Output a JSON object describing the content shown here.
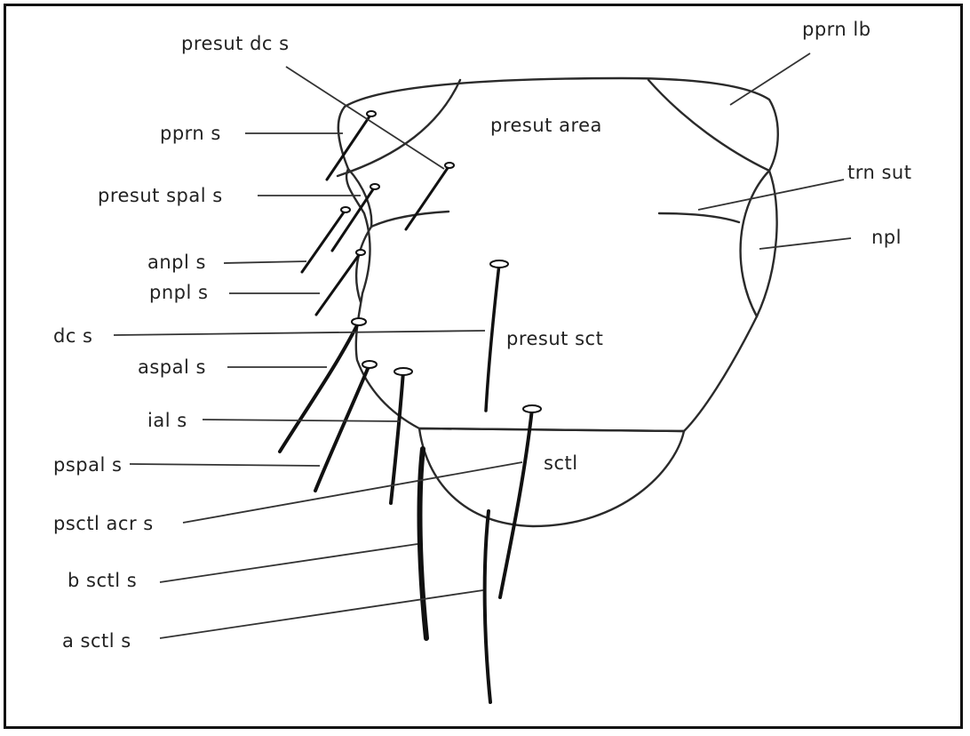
{
  "labels": {
    "presut_dc_s": "presut dc s",
    "pprn_lb": "pprn lb",
    "pprn_s": "pprn s",
    "presut_area": "presut area",
    "presut_spal_s": "presut spal s",
    "trn_sut": "trn sut",
    "anpl_s": "anpl s",
    "npl": "npl",
    "pnpl_s": "pnpl s",
    "dc_s": "dc s",
    "presut_sct": "presut sct",
    "aspal_s": "aspal s",
    "ial_s": "ial s",
    "pspal_s": "pspal s",
    "sctl": "sctl",
    "psctl_acr_s": "psctl acr s",
    "b_sctl_s": "b sctl s",
    "a_sctl_s": "a sctl s"
  },
  "colors": {
    "line": "#2a2a2a",
    "bristle": "#111111",
    "background": "#ffffff",
    "frame": "#111111"
  }
}
